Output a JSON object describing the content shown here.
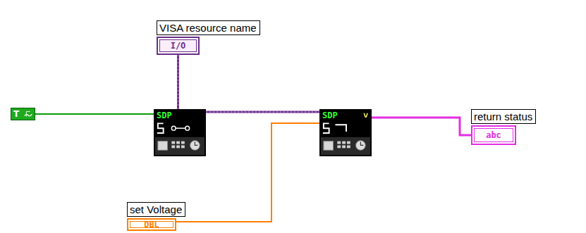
{
  "diagram": {
    "nodes": [
      {
        "text": [
          "VISA resource name",
          "I/O"
        ]
      },
      {
        "text": [
          "T"
        ]
      },
      {
        "text": [
          "SDP"
        ]
      },
      {
        "text": [
          "SDP"
        ]
      },
      {
        "text": [
          "return status",
          "abc"
        ]
      },
      {
        "text": [
          "set Voltage",
          "DBL"
        ]
      }
    ],
    "edges": [
      {
        "from": 1,
        "to": 2,
        "arrow": "none"
      },
      {
        "from": 0,
        "to": 2,
        "arrow": "none"
      },
      {
        "from": 2,
        "to": 3,
        "arrow": "none"
      },
      {
        "from": 5,
        "to": 3,
        "arrow": "none"
      },
      {
        "from": 3,
        "to": 4,
        "arrow": "none"
      }
    ]
  }
}
